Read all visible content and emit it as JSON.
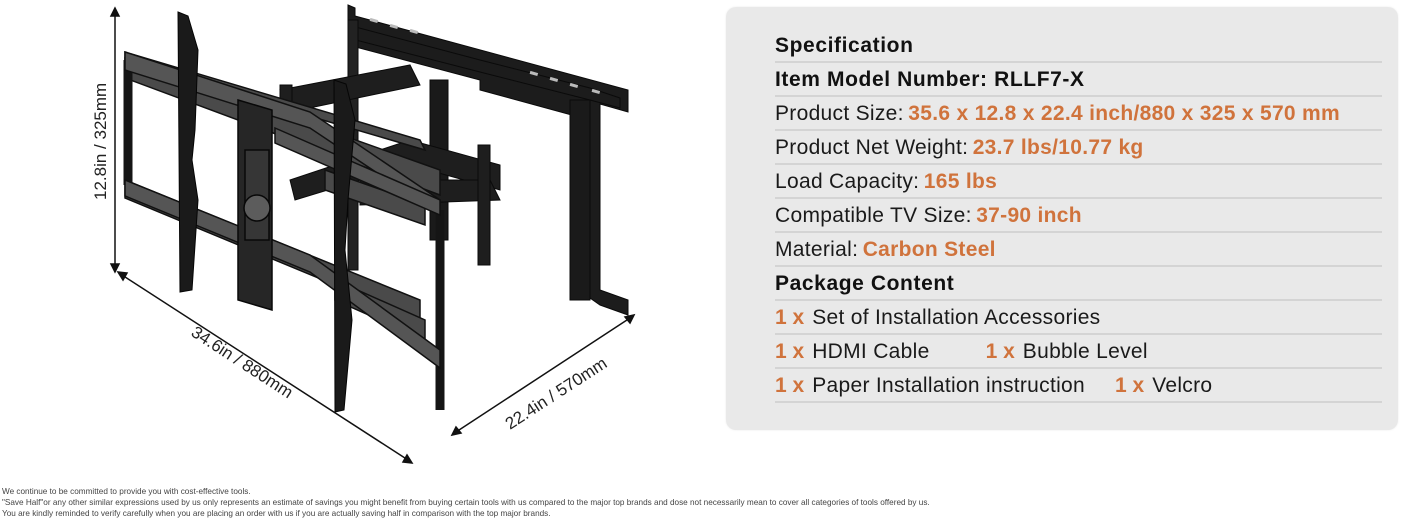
{
  "illustration": {
    "subject": "full-motion dual-arm TV wall mount bracket",
    "dimensions": {
      "height_label": "12.8in / 325mm",
      "width_label": "34.6in / 880mm",
      "depth_label": "22.4in / 570mm"
    }
  },
  "spec_panel": {
    "heading": "Specification",
    "model": {
      "label": "Item Model Number: RLLF7-X"
    },
    "rows": [
      {
        "label": "Product Size: ",
        "value": "35.6 x 12.8 x 22.4 inch/880 x 325 x 570 mm"
      },
      {
        "label": "Product Net Weight: ",
        "value": "23.7 lbs/10.77 kg"
      },
      {
        "label": "Load Capacity: ",
        "value": "165 lbs"
      },
      {
        "label": "Compatible TV Size: ",
        "value": "37-90 inch"
      },
      {
        "label": "Material: ",
        "value": "Carbon Steel"
      }
    ],
    "package_heading": "Package Content",
    "package_items": [
      {
        "qty": "1 x",
        "name": "Set of Installation Accessories"
      },
      {
        "qty": "1 x",
        "name": "HDMI Cable"
      },
      {
        "qty": "1 x",
        "name": "Bubble Level"
      },
      {
        "qty": "1 x",
        "name": "Paper Installation instruction"
      },
      {
        "qty": "1 x",
        "name": "Velcro"
      }
    ],
    "accent_color": "#d0733c"
  },
  "disclaimer": [
    "We continue to be committed to provide you with cost-effective tools.",
    "\"Save Half\"or any other similar expressions used by us only represents an estimate of savings you might benefit from buying certain tools with us compared to the major top brands and dose not necessarily mean to cover all categories of tools offered by us.",
    "You are kindly reminded to verify carefully when you are placing an order with us if you are actually saving half in comparison with the top major brands."
  ]
}
